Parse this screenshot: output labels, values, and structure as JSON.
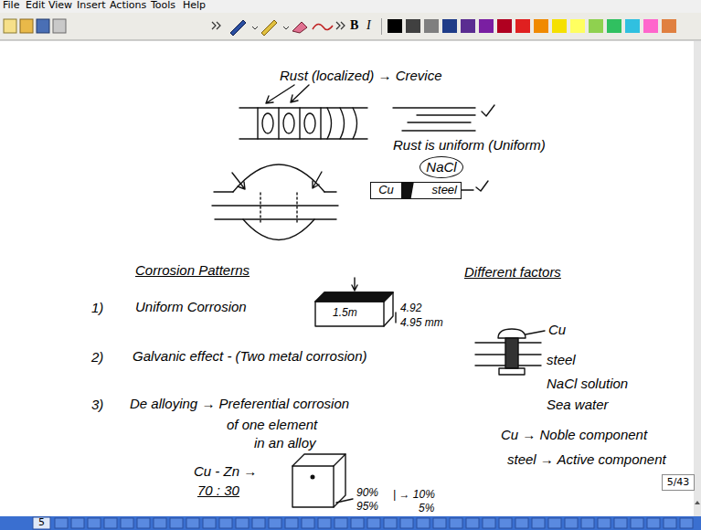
{
  "diagram": {
    "nodes": [
      {
        "text": [
          "NaCl"
        ]
      },
      {
        "text": [
          "Cu"
        ]
      },
      {
        "text": [
          "steel"
        ]
      },
      {
        "text": [
          "5/43"
        ]
      }
    ],
    "labels": [
      "File",
      "Edit",
      "View",
      "Insert",
      "Actions",
      "Tools",
      "Help",
      "B",
      "I",
      "Rust (localized) → Crevice",
      "Rust is uniform (Uniform)",
      "Corrosion Patterns",
      "Different factors",
      "1)",
      "Uniform Corrosion",
      "1.5m",
      "4.92",
      "4.95 mm",
      "2)",
      "Galvanic effect - (Two metal corrosion)",
      "Cu",
      "steel",
      "NaCl solution",
      "Sea water",
      "3)",
      "De alloying → Preferential corrosion",
      "of one element",
      "in an alloy",
      "Cu - Zn →",
      "70 : 30",
      "Cu → Noble component",
      "steel → Active component",
      "90%",
      "95%",
      "| → 10%",
      "5%",
      "5"
    ]
  }
}
